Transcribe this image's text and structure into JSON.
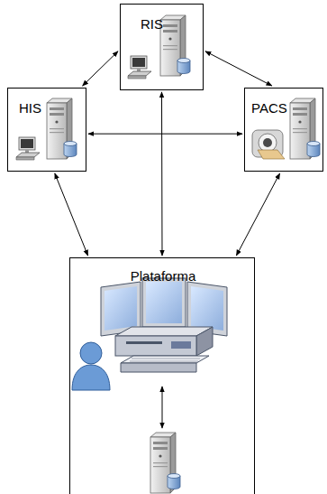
{
  "diagram": {
    "nodes": [
      {
        "text": [
          "RIS"
        ]
      },
      {
        "text": [
          "HIS"
        ]
      },
      {
        "text": [
          "PACS"
        ]
      },
      {
        "text": [
          "Plataforma"
        ]
      }
    ],
    "edges": [
      {
        "from": 0,
        "to": 1,
        "arrow": "both"
      },
      {
        "from": 0,
        "to": 2,
        "arrow": "both"
      },
      {
        "from": 1,
        "to": 2,
        "arrow": "both"
      },
      {
        "from": 0,
        "to": 3,
        "arrow": "both"
      },
      {
        "from": 1,
        "to": 3,
        "arrow": "both"
      },
      {
        "from": 2,
        "to": 3,
        "arrow": "both"
      }
    ]
  }
}
